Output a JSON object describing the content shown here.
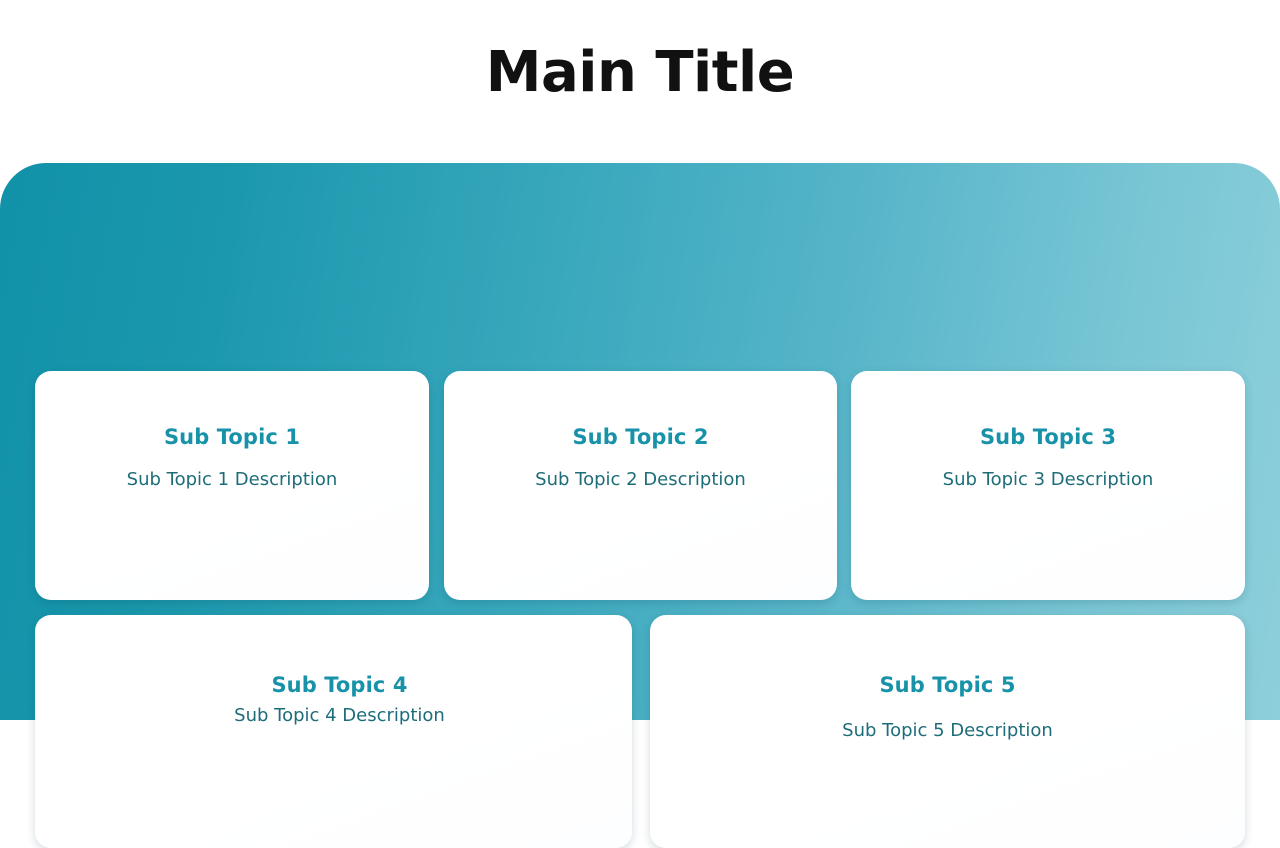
{
  "slide": {
    "title": "Main Title",
    "title_color": "#111111",
    "panel": {
      "gradient_from": "#1192a9",
      "gradient_mid": "#4bb0c6",
      "gradient_to": "#8ecfdb"
    },
    "card_title_color": "#1792a8",
    "card_desc_color": "#1d6d79",
    "card_background": "#ffffff"
  },
  "cards": [
    {
      "title": "Sub Topic 1",
      "description": "Sub Topic 1 Description"
    },
    {
      "title": "Sub Topic 2",
      "description": "Sub Topic 2 Description"
    },
    {
      "title": "Sub Topic 3",
      "description": "Sub Topic 3 Description"
    },
    {
      "title": "Sub Topic 4",
      "description": "Sub Topic 4 Description"
    },
    {
      "title": "Sub Topic 5",
      "description": "Sub Topic 5 Description"
    }
  ]
}
